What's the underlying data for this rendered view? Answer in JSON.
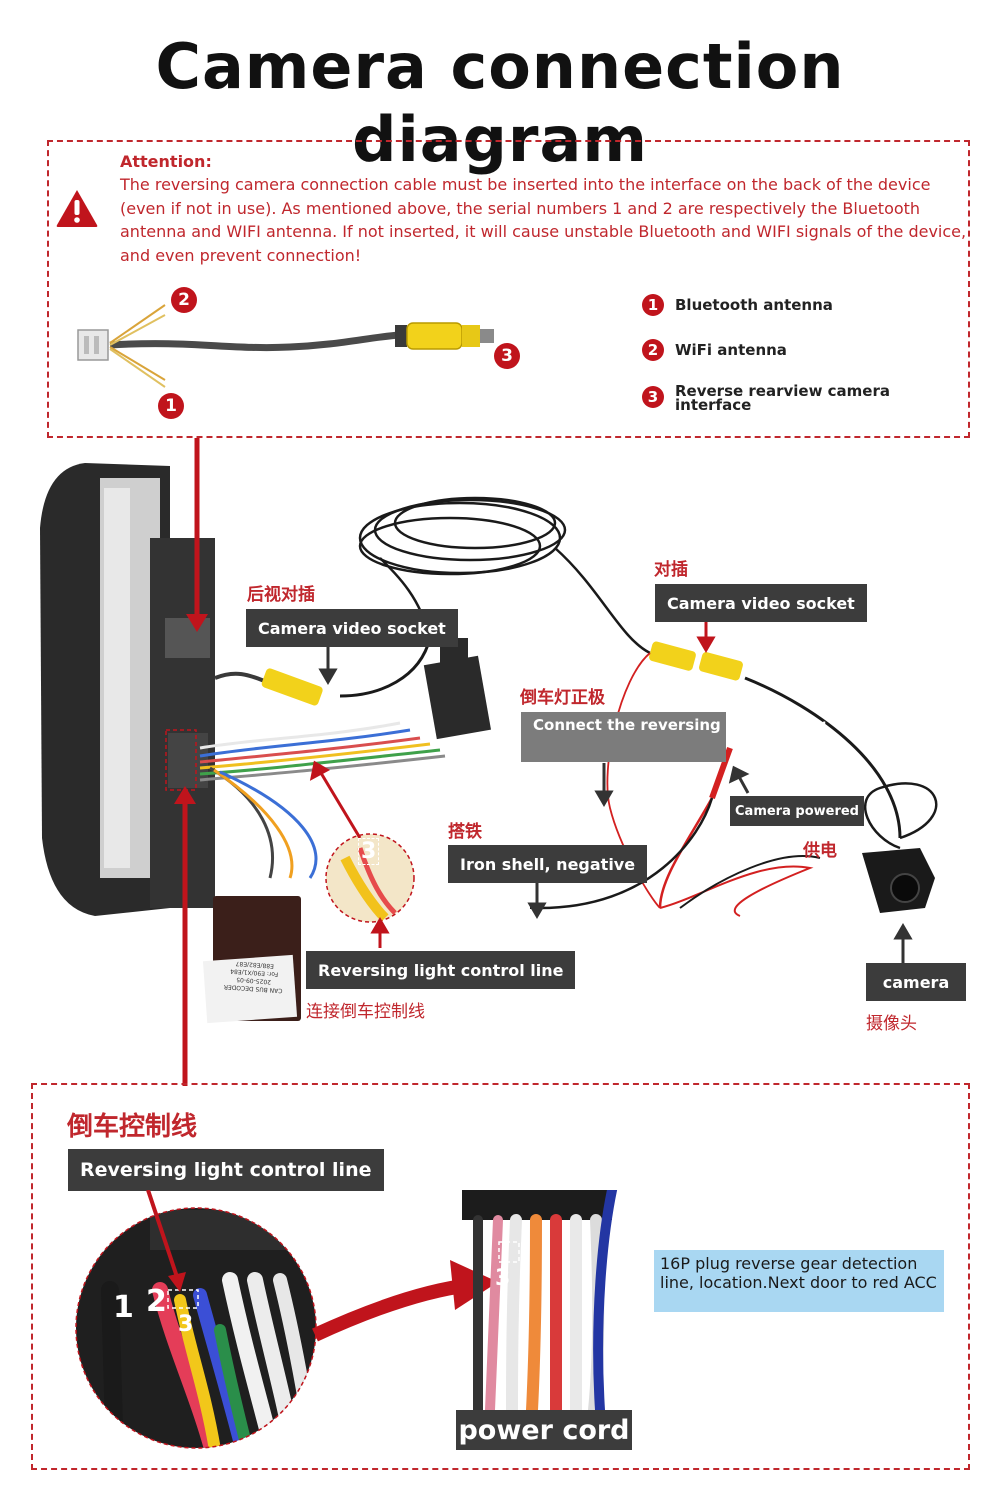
{
  "title": "Camera connection diagram",
  "attention": {
    "heading": "Attention:",
    "body": "The reversing camera connection cable must be inserted into the interface on the back of the device (even if not in use). As mentioned above, the serial numbers 1 and 2 are respectively the Bluetooth antenna and WIFI antenna. If not inserted, it will cause unstable Bluetooth and WIFI signals of the device, and even prevent connection!",
    "warning_icon": "warning-triangle-icon"
  },
  "cable_markers": [
    "1",
    "2",
    "3"
  ],
  "legend": [
    {
      "num": "1",
      "label": "Bluetooth antenna"
    },
    {
      "num": "2",
      "label": "WiFi antenna"
    },
    {
      "num": "3",
      "label": "Reverse rearview camera interface"
    }
  ],
  "labels": {
    "rear_view_cn": "后视对插",
    "camera_video_socket_left": "Camera video socket",
    "mating_cn": "对插",
    "camera_video_socket_right": "Camera video socket",
    "reverse_lamp_positive_cn": "倒车灯正极",
    "connect_reverse_power": "Connect the reversing lamp power",
    "grounding_cn": "搭铁",
    "iron_shell_negative": "Iron shell, negative",
    "camera_powered": "Camera powered",
    "power_supply_cn": "供电",
    "reversing_light_control_line": "Reversing light control line",
    "connect_reverse_control_cn": "连接倒车控制线",
    "camera": "camera",
    "camera_cn": "摄像头",
    "zoom_marker": "3"
  },
  "decoder_text": [
    "CAN BUS DECODER",
    "2025-09-05",
    "For: E90/X1/E84",
    "E88/E82/E87"
  ],
  "bottom": {
    "heading_cn": "倒车控制线",
    "label": "Reversing light control line",
    "pins": [
      "1",
      "2",
      "3"
    ],
    "plug_marker": "3",
    "note": "16P plug reverse gear detection line, location.Next door to red ACC",
    "power_cord": "power cord"
  },
  "colors": {
    "accent_red": "#c0272d",
    "label_dark": "#3c3c3c",
    "label_grey": "#7c7c7c",
    "note_blue": "#a9d7f2",
    "rca_yellow": "#f2d21b"
  }
}
